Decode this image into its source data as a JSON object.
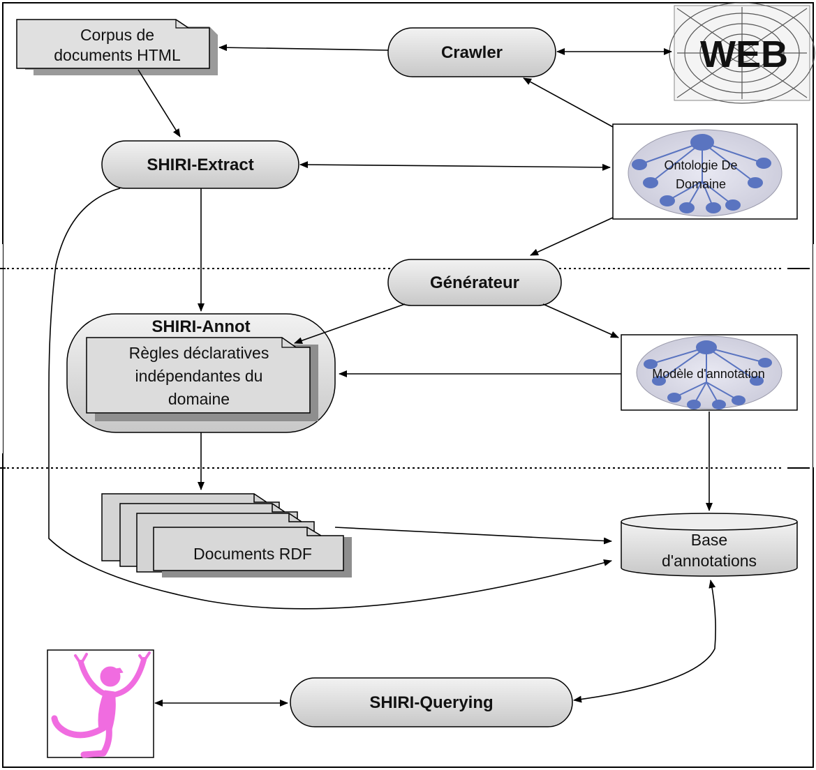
{
  "nodes": {
    "corpus": {
      "line1": "Corpus de",
      "line2": "documents HTML"
    },
    "crawler": {
      "label": "Crawler"
    },
    "web": {
      "label": "WEB"
    },
    "shiri_extract": {
      "label": "SHIRI-Extract"
    },
    "ontologie": {
      "line1": "Ontologie De",
      "line2": "Domaine"
    },
    "generateur": {
      "label": "Générateur"
    },
    "shiri_annot": {
      "label": "SHIRI-Annot",
      "rules_line1": "Règles déclaratives",
      "rules_line2": "indépendantes du",
      "rules_line3": "domaine"
    },
    "modele": {
      "label": "Modèle d'annotation"
    },
    "documents_rdf": {
      "label": "Documents RDF"
    },
    "base": {
      "line1": "Base",
      "line2": "d'annotations"
    },
    "shiri_querying": {
      "label": "SHIRI-Querying"
    }
  },
  "colors": {
    "box_fill": "#e6e6e6",
    "doc_fill": "#d9d9d9",
    "ontology_fill": "#dcdcec",
    "ontology_node": "#5a74c0",
    "user_figure": "#f06ce0"
  },
  "icons": {
    "user": "user-figure-icon",
    "web": "spider-web-icon"
  }
}
